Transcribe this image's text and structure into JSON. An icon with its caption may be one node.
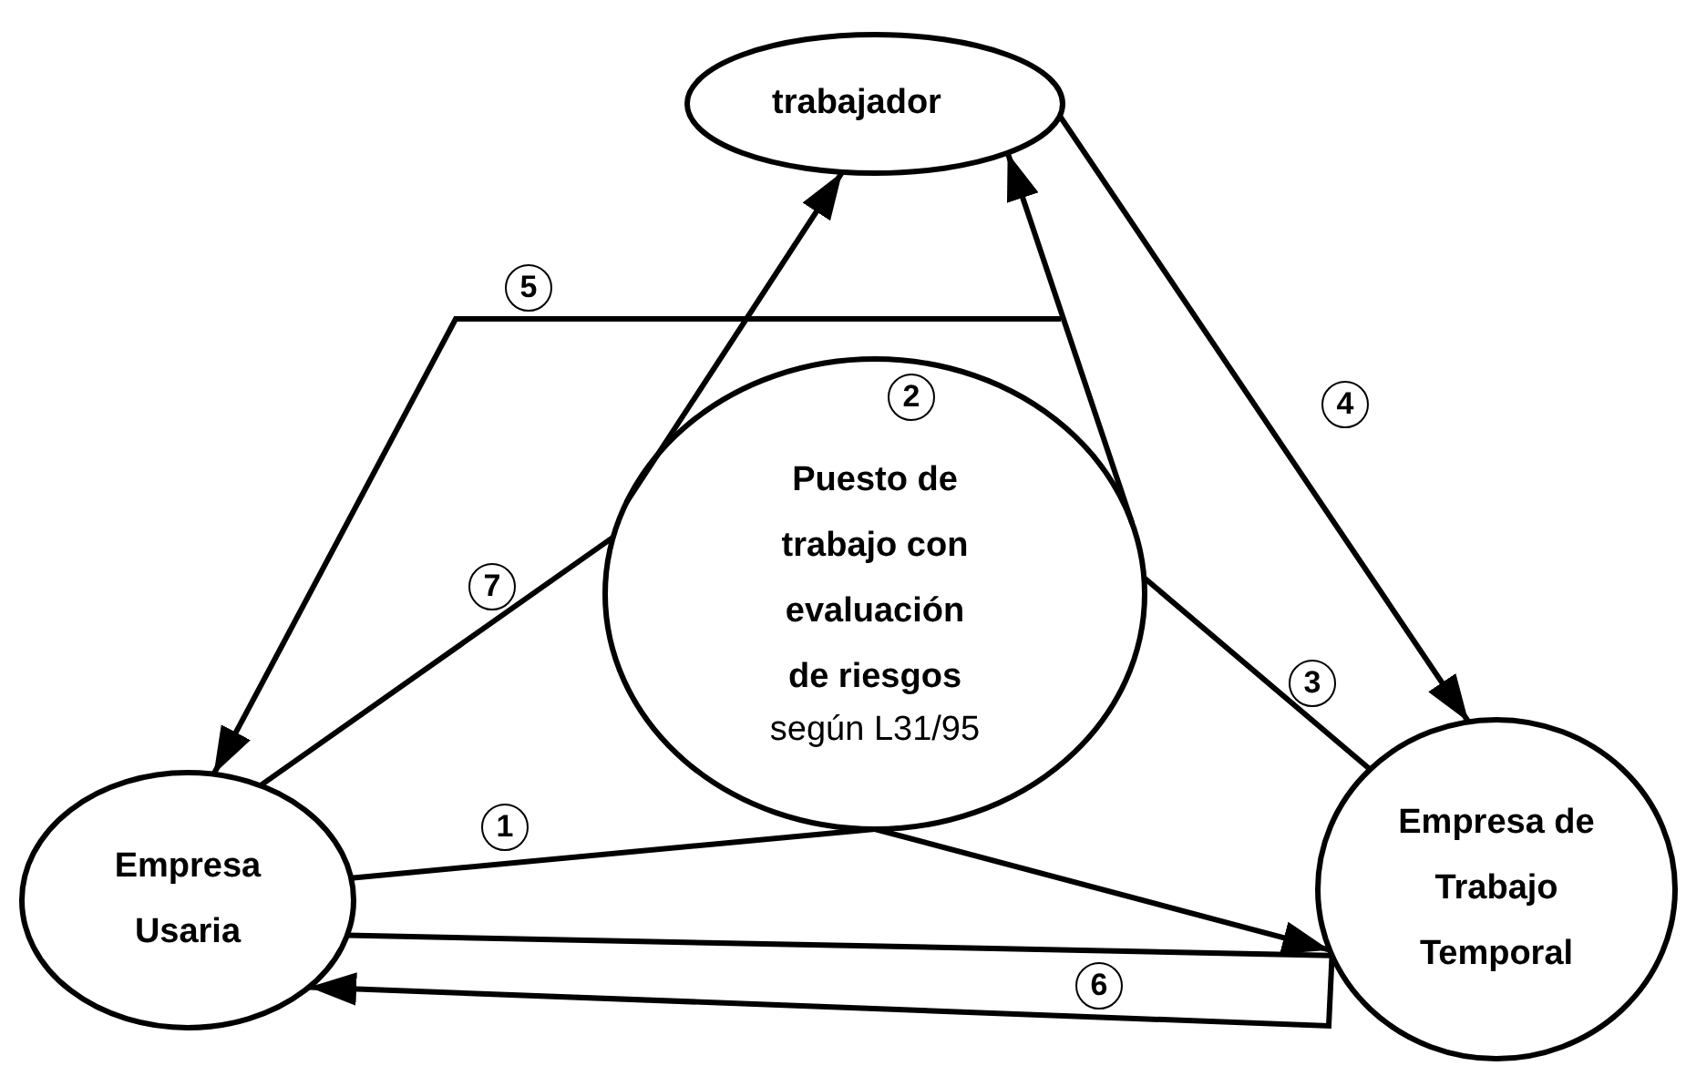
{
  "diagram": {
    "nodes": [
      {
        "text": [
          "trabajador"
        ]
      },
      {
        "text": [
          "Puesto de trabajo con evaluación de riesgos",
          "según L31/95"
        ]
      },
      {
        "text": [
          "Empresa Usaria"
        ]
      },
      {
        "text": [
          "Empresa de Trabajo Temporal"
        ]
      }
    ],
    "edges": [
      {
        "from": 2,
        "to": 1,
        "arrow": "none",
        "label": "1"
      },
      {
        "from": 1,
        "to": 3,
        "arrow": "to"
      },
      {
        "from": 3,
        "to": 1,
        "arrow": "none",
        "label": "3"
      },
      {
        "from": 1,
        "to": 0,
        "arrow": "to"
      },
      {
        "from": 0,
        "to": 3,
        "arrow": "to",
        "label": "4"
      },
      {
        "from": null,
        "to": 2,
        "arrow": "to",
        "label": "5"
      },
      {
        "from": 2,
        "to": 3,
        "arrow": "none"
      },
      {
        "from": 3,
        "to": 2,
        "arrow": "to",
        "label": "6"
      },
      {
        "from": 2,
        "to": 1,
        "arrow": "none",
        "label": "7"
      },
      {
        "from": 1,
        "to": 0,
        "arrow": "to"
      }
    ],
    "labels": [
      "2"
    ]
  }
}
